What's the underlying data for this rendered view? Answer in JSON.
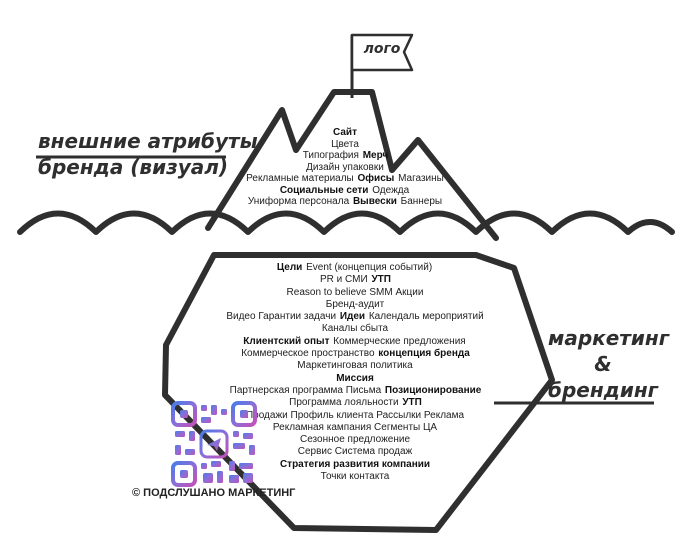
{
  "flag": {
    "text": "лого"
  },
  "labels": {
    "top": [
      "внешние атрибуты",
      "бренда (визуал)"
    ],
    "bottom": [
      "маркетинг",
      "&",
      "брендинг"
    ]
  },
  "top_block": [
    [
      {
        "t": "Сайт",
        "b": true
      }
    ],
    [
      {
        "t": "Цвета",
        "b": false
      }
    ],
    [
      {
        "t": "Типография",
        "b": false
      },
      {
        "t": "Мерч",
        "b": true
      }
    ],
    [
      {
        "t": "Дизайн упаковки",
        "b": false
      }
    ],
    [
      {
        "t": "Рекламные материалы",
        "b": false
      },
      {
        "t": "Офисы",
        "b": true
      },
      {
        "t": "Магазины",
        "b": false
      }
    ],
    [
      {
        "t": "Социальные сети",
        "b": true
      },
      {
        "t": "Одежда",
        "b": false
      }
    ],
    [
      {
        "t": "Униформа персонала",
        "b": false
      },
      {
        "t": "Вывески",
        "b": true
      },
      {
        "t": "Баннеры",
        "b": false
      }
    ]
  ],
  "bottom_block": [
    [
      {
        "t": "Цели",
        "b": true
      },
      {
        "t": "Event (концепция событий)",
        "b": false
      }
    ],
    [
      {
        "t": "PR и СМИ",
        "b": false
      },
      {
        "t": "УТП",
        "b": true
      }
    ],
    [
      {
        "t": "Reason to believe   SMM   Акции",
        "b": false
      }
    ],
    [
      {
        "t": "Бренд-аудит",
        "b": false
      }
    ],
    [
      {
        "t": "Видео Гарантии задачи",
        "b": false
      },
      {
        "t": "Идеи",
        "b": true
      },
      {
        "t": "Календаль мероприятий",
        "b": false
      }
    ],
    [
      {
        "t": "Каналы сбыта",
        "b": false
      }
    ],
    [
      {
        "t": "Клиентский опыт",
        "b": true
      },
      {
        "t": "Коммерческие предложения",
        "b": false
      }
    ],
    [
      {
        "t": "Коммерческое пространство",
        "b": false
      },
      {
        "t": "концепция бренда",
        "b": true
      }
    ],
    [
      {
        "t": "Маркетинговая политика",
        "b": false
      }
    ],
    [
      {
        "t": "Миссия",
        "b": true
      }
    ],
    [
      {
        "t": "Партнерская программа Письма",
        "b": false
      },
      {
        "t": "Позиционирование",
        "b": true
      }
    ],
    [
      {
        "t": "Программа лояльности",
        "b": false
      },
      {
        "t": "УТП",
        "b": true
      }
    ],
    [
      {
        "t": "Продажи Профиль клиента Рассылки Реклама",
        "b": false
      }
    ],
    [
      {
        "t": "Рекламная кампания Сегменты ЦА",
        "b": false
      }
    ],
    [
      {
        "t": "Сезонное предложение",
        "b": false
      }
    ],
    [
      {
        "t": "Сервис Система продаж",
        "b": false
      }
    ],
    [
      {
        "t": "Стратегия развития компании",
        "b": true
      }
    ],
    [
      {
        "t": "Точки контакта",
        "b": false
      }
    ]
  ],
  "copyright": "© ПОДСЛУШАНО МАРКЕТИНГ",
  "colors": {
    "outline": "#2f2f2f",
    "text": "#222222"
  }
}
